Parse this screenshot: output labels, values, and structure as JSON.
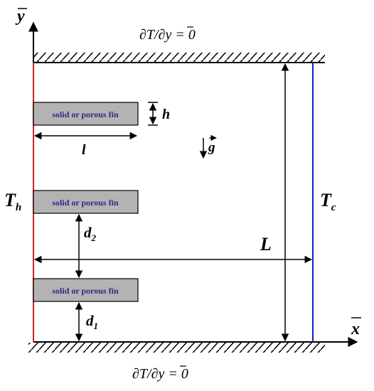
{
  "axes": {
    "x": "x",
    "y": "y"
  },
  "bc_top": {
    "a": "∂T/∂",
    "var": "y",
    "eq": " = 0"
  },
  "bc_bottom": {
    "a": "∂T/∂",
    "var": "y",
    "eq": " = 0"
  },
  "hot_wall": {
    "symbol": "T",
    "sub": "h",
    "color": "#d42020"
  },
  "cold_wall": {
    "symbol": "T",
    "sub": "c",
    "color": "#1a1acc"
  },
  "gravity": "g",
  "fins": [
    {
      "label": "solid or porous fin"
    },
    {
      "label": "solid or porous fin"
    },
    {
      "label": "solid or porous fin"
    }
  ],
  "fin_colors": {
    "fill": "#b3b3b3",
    "text": "#2b2b8f"
  },
  "dims": {
    "h": "h",
    "l": "l",
    "L": "L",
    "d2": {
      "symbol": "d",
      "sub": "2"
    },
    "d1": {
      "symbol": "d",
      "sub": "1"
    }
  }
}
